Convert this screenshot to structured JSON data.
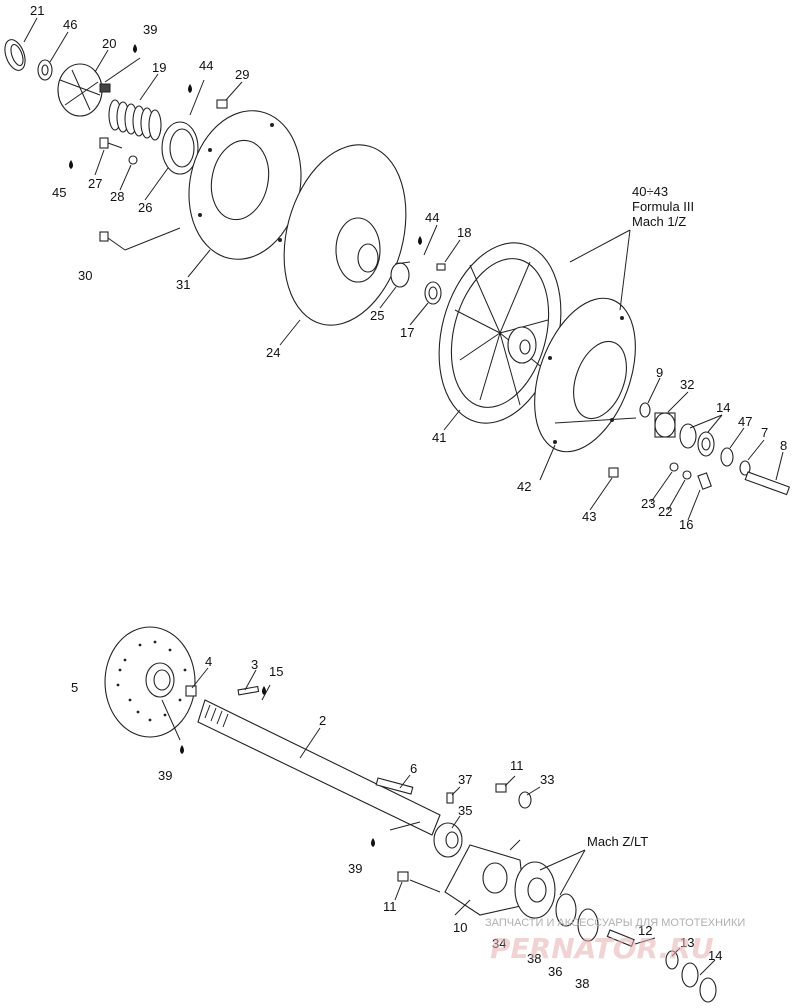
{
  "labels": {
    "l21": "21",
    "l46": "46",
    "l20": "20",
    "l39a": "39",
    "l19": "19",
    "l44a": "44",
    "l29": "29",
    "l45": "45",
    "l27": "27",
    "l28": "28",
    "l26": "26",
    "l30": "30",
    "l31": "31",
    "l24": "24",
    "l44b": "44",
    "l18": "18",
    "l25": "25",
    "l17": "17",
    "l41": "41",
    "l9": "9",
    "l32": "32",
    "l14a": "14",
    "l47": "47",
    "l7": "7",
    "l8": "8",
    "l42": "42",
    "l43": "43",
    "l23": "23",
    "l22": "22",
    "l16": "16",
    "l5": "5",
    "l4": "4",
    "l3": "3",
    "l15": "15",
    "l2": "2",
    "l39b": "39",
    "l6": "6",
    "l11a": "11",
    "l33": "33",
    "l37": "37",
    "l35": "35",
    "l39c": "39",
    "l11b": "11",
    "l10": "10",
    "l34": "34",
    "l38a": "38",
    "l36": "36",
    "l38b": "38",
    "l12": "12",
    "l13": "13",
    "l14b": "14"
  },
  "notes": {
    "top_variant_line1": "40÷43",
    "top_variant_line2": "Formula III",
    "top_variant_line3": "Mach 1/Z",
    "bottom_variant": "Mach Z/LT"
  },
  "watermark": {
    "line1": "ЗАПЧАСТИ И АКСЕССУАРЫ ДЛЯ МОТОТЕХНИКИ",
    "line2": "PERNATOR.RU"
  },
  "icons": {
    "lubricant": "oil-drop-icon"
  }
}
